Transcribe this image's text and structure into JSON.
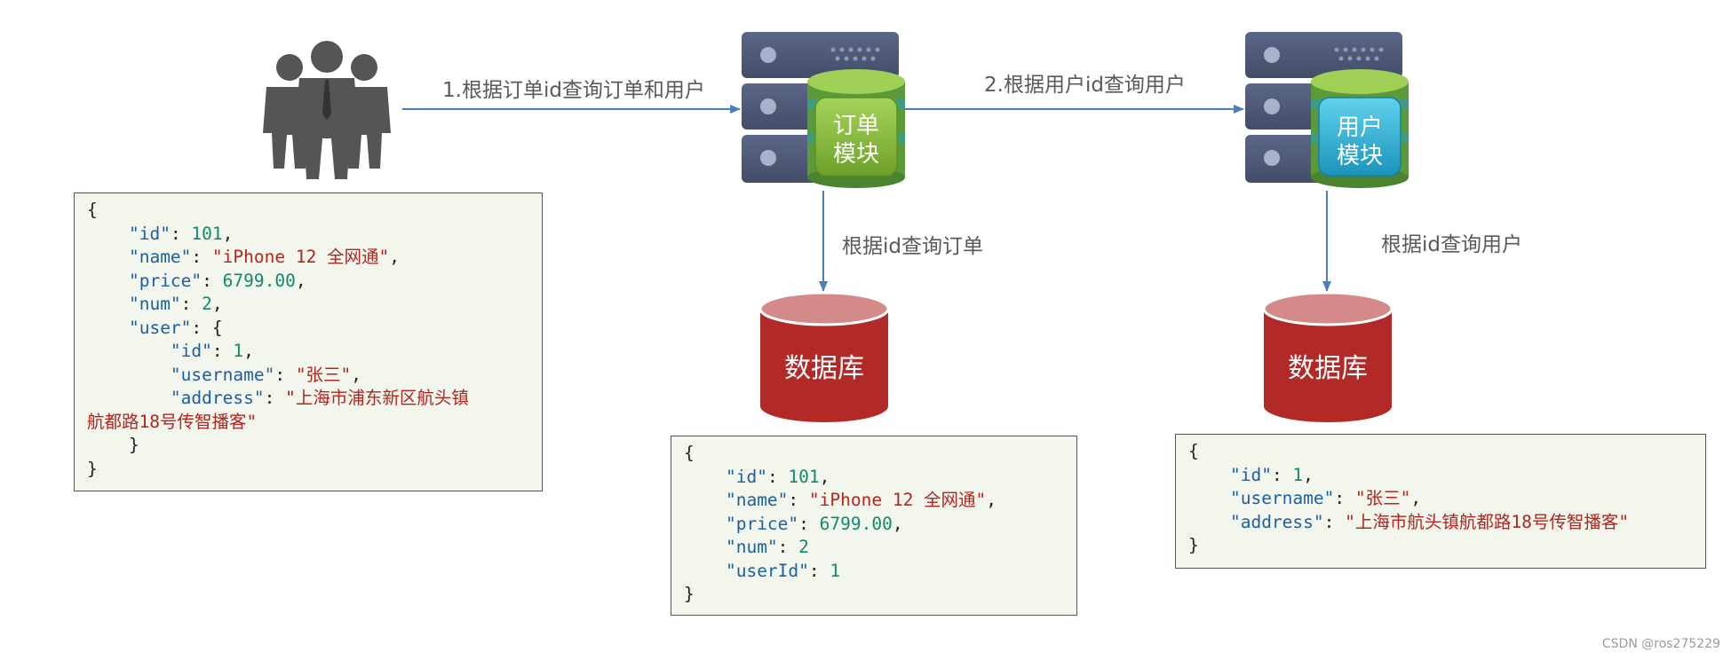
{
  "arrows": {
    "step1": "1.根据订单id查询订单和用户",
    "step2": "2.根据用户id查询用户",
    "order_query": "根据id查询订单",
    "user_query": "根据id查询用户"
  },
  "modules": {
    "order": [
      "订单",
      "模块"
    ],
    "user": [
      "用户",
      "模块"
    ]
  },
  "databases": {
    "order": "数据库",
    "user": "数据库"
  },
  "json_result": {
    "open": "{",
    "id_key": "\"id\"",
    "id_val": "101",
    "name_key": "\"name\"",
    "name_val": "\"iPhone 12 全网通\"",
    "price_key": "\"price\"",
    "price_val": "6799.00",
    "num_key": "\"num\"",
    "num_val": "2",
    "user_key": "\"user\"",
    "user_id_key": "\"id\"",
    "user_id_val": "1",
    "username_key": "\"username\"",
    "username_val": "\"张三\"",
    "address_key": "\"address\"",
    "address_val_1": "\"上海市浦东新区航头镇",
    "address_val_2": "航都路18号传智播客\"",
    "inner_close": "}",
    "close": "}"
  },
  "json_order": {
    "open": "{",
    "id_key": "\"id\"",
    "id_val": "101",
    "name_key": "\"name\"",
    "name_val": "\"iPhone 12 全网通\"",
    "price_key": "\"price\"",
    "price_val": "6799.00",
    "num_key": "\"num\"",
    "num_val": "2",
    "userId_key": "\"userId\"",
    "userId_val": "1",
    "close": "}"
  },
  "json_user": {
    "open": "{",
    "id_key": "\"id\"",
    "id_val": "1",
    "username_key": "\"username\"",
    "username_val": "\"张三\"",
    "address_key": "\"address\"",
    "address_val": "\"上海市航头镇航都路18号传智播客\"",
    "close": "}"
  },
  "watermark": "CSDN @ros275229",
  "colors": {
    "arrow": "#4a7ebf",
    "server": "#4f5a78",
    "order_module": "#8cc63f",
    "user_module": "#2bb6d6",
    "database": "#b22a28",
    "json_bg": "#f3f6ec"
  },
  "icons": [
    "users-icon",
    "server-icon",
    "database-icon"
  ]
}
